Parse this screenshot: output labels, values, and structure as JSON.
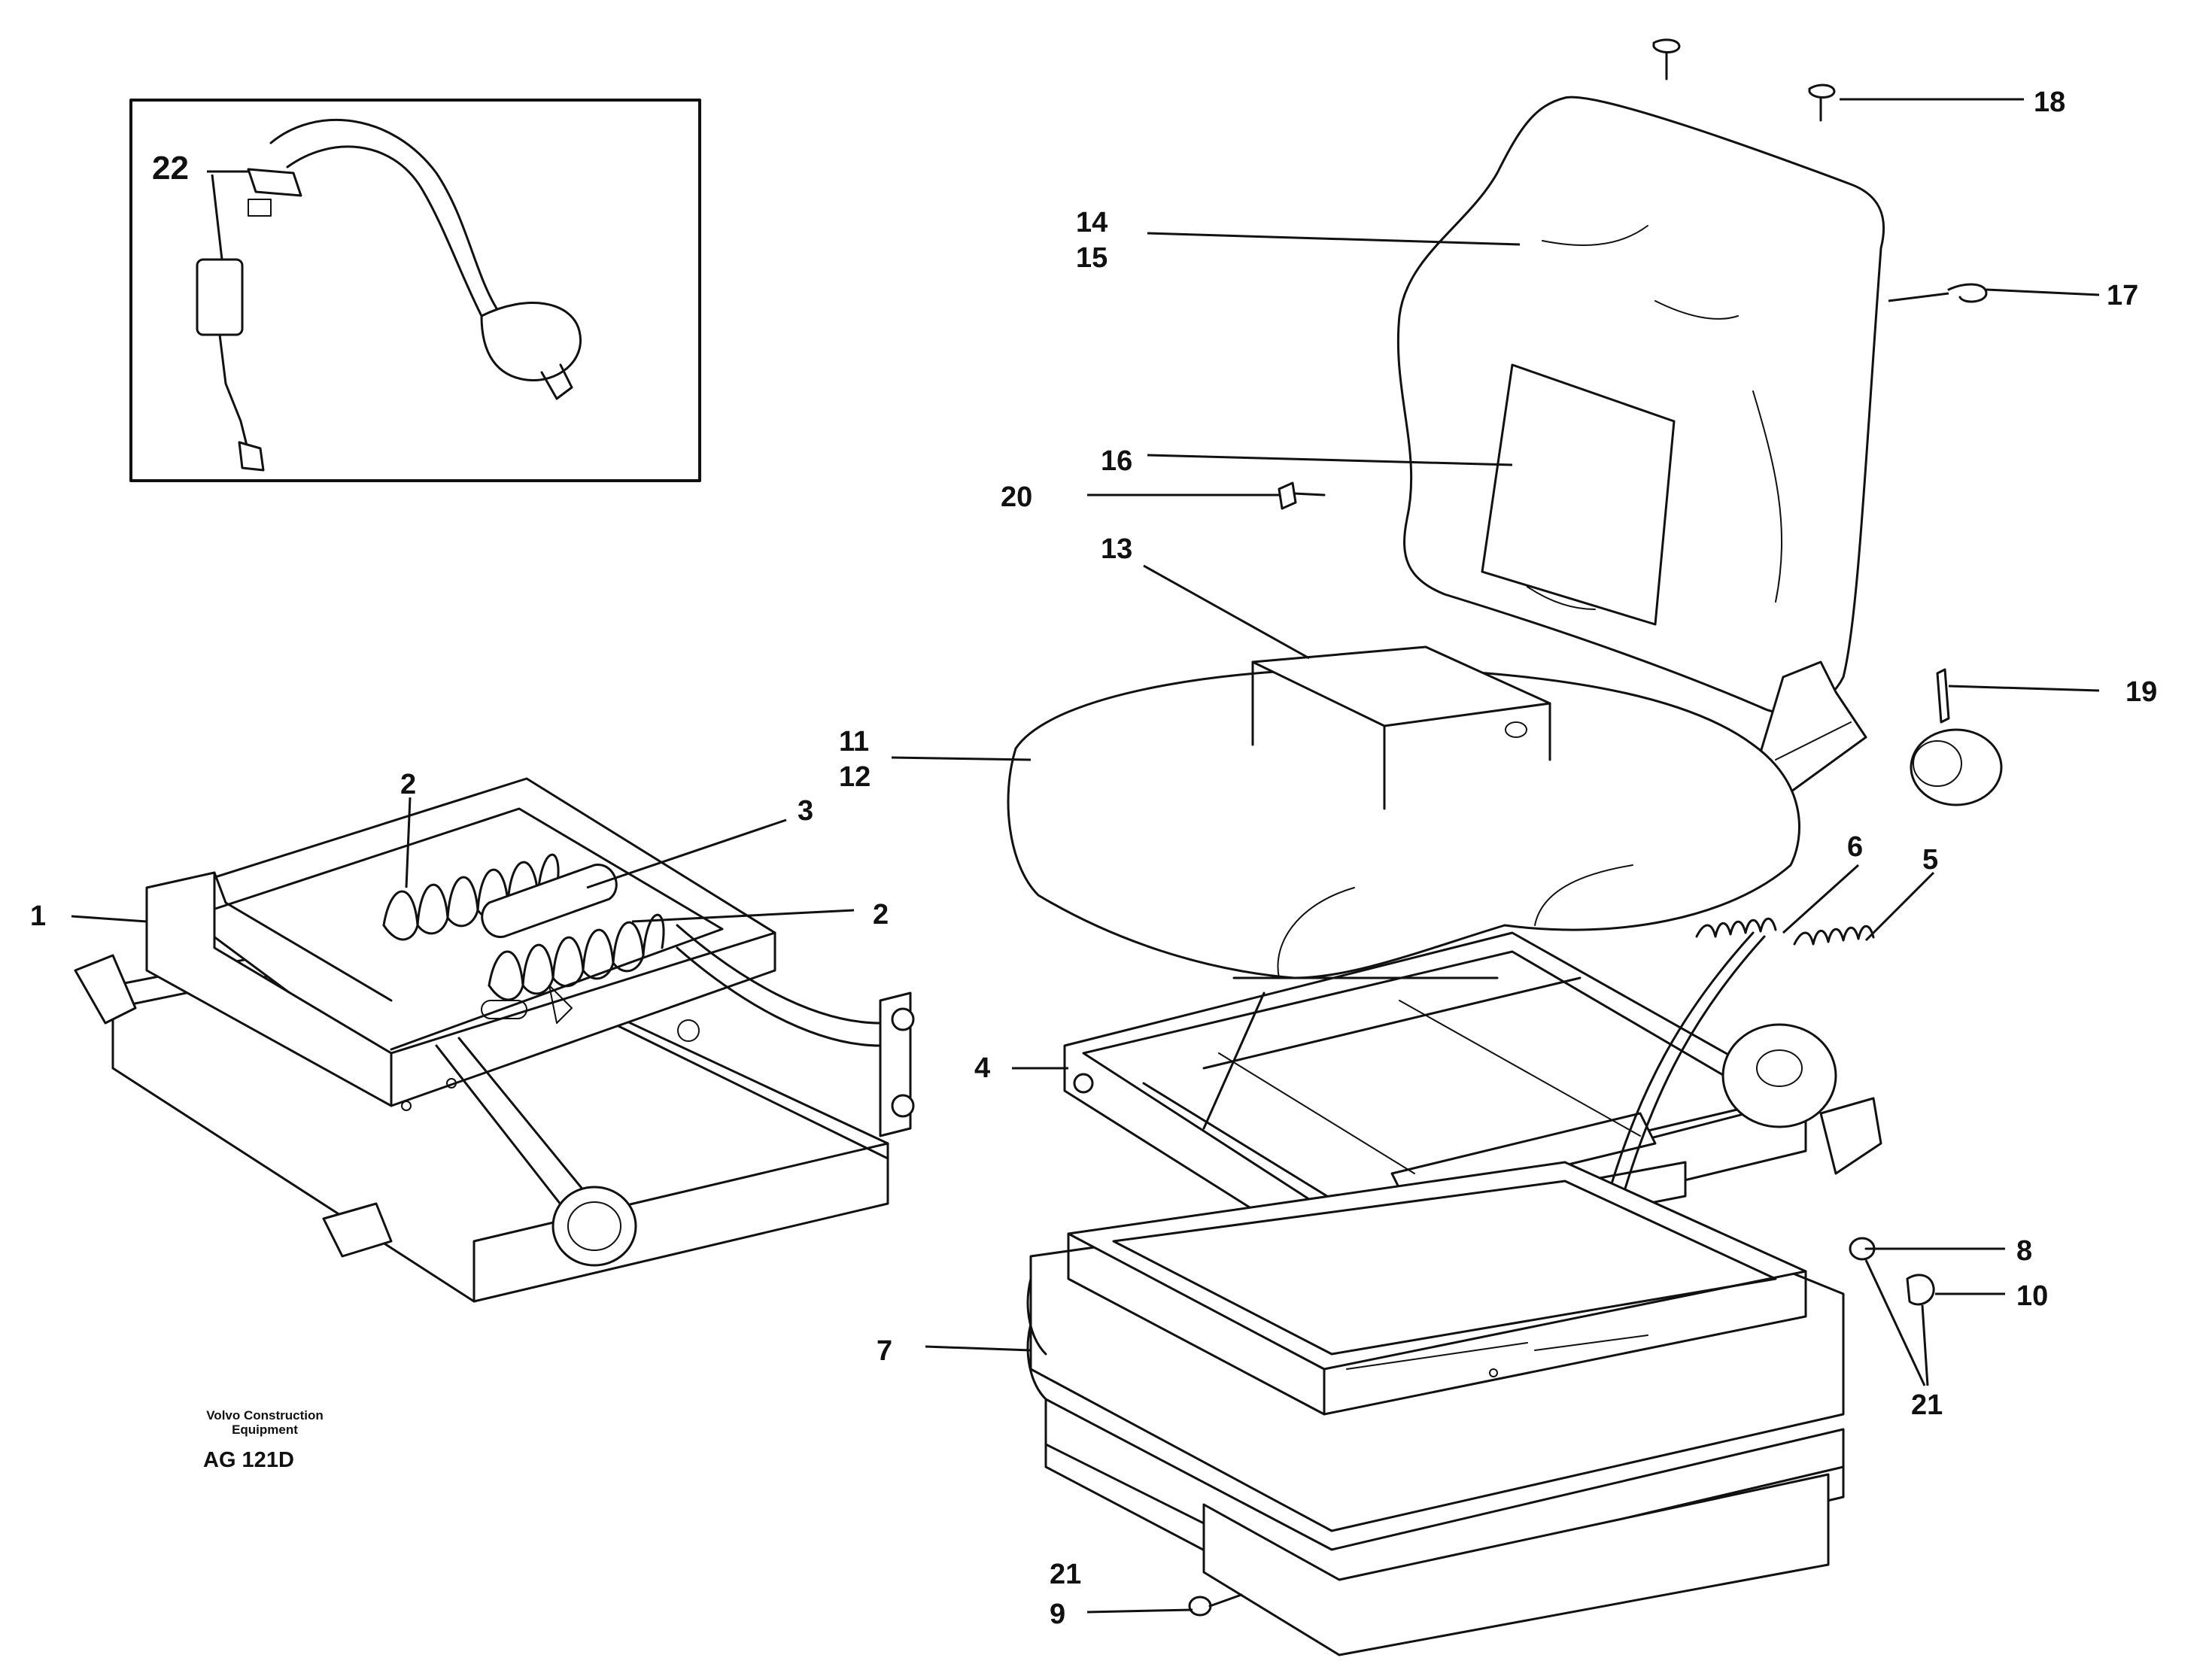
{
  "labels": {
    "l1": "1",
    "l2a": "2",
    "l2b": "2",
    "l3": "3",
    "l4": "4",
    "l5": "5",
    "l6": "6",
    "l7": "7",
    "l8": "8",
    "l9": "9",
    "l10": "10",
    "l11": "11",
    "l12": "12",
    "l13": "13",
    "l14": "14",
    "l15": "15",
    "l16": "16",
    "l17": "17",
    "l18": "18",
    "l19": "19",
    "l20": "20",
    "l21a": "21",
    "l21b": "21",
    "l22": "22"
  },
  "footer": {
    "company_line1": "Volvo Construction",
    "company_line2": "Equipment",
    "drawing_code": "AG 121D"
  }
}
